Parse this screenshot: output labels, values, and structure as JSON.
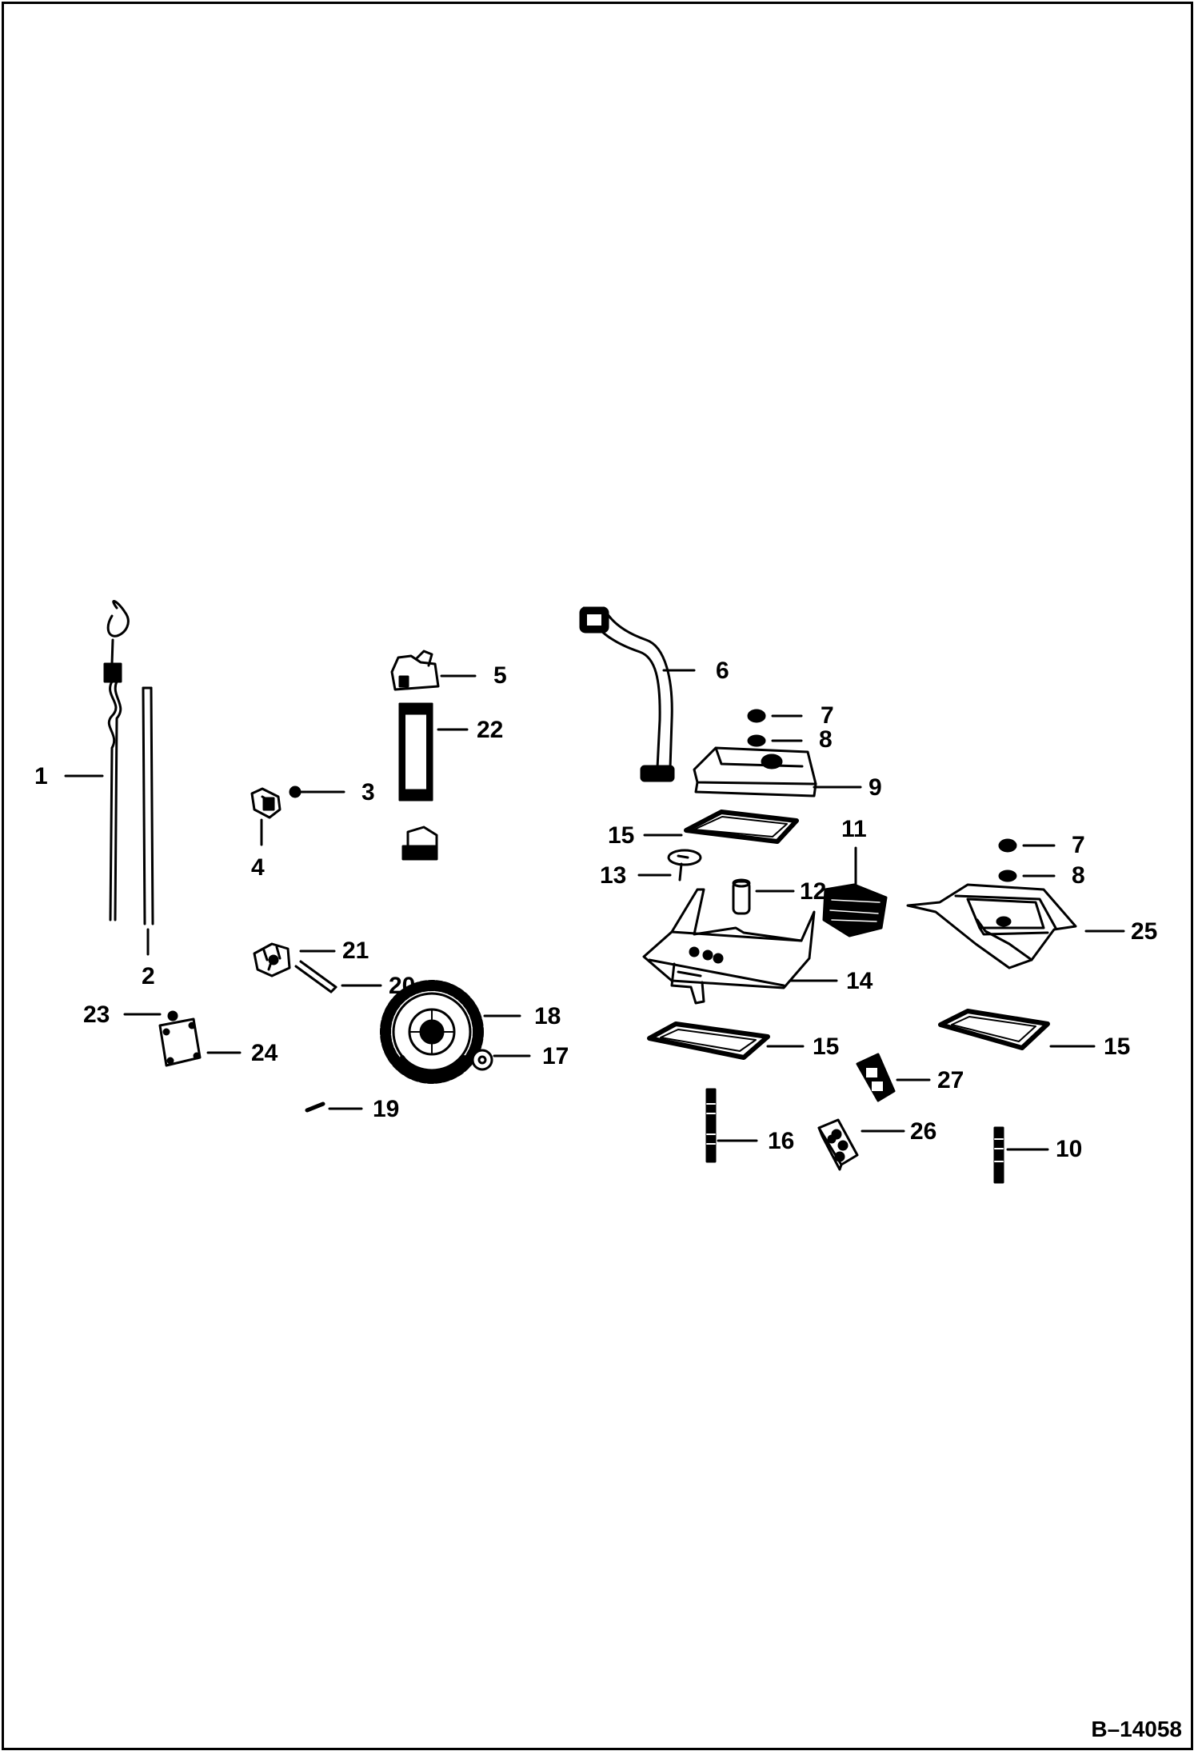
{
  "figure_ref": "B–14058",
  "callouts": {
    "c1": "1",
    "c2": "2",
    "c3": "3",
    "c4": "4",
    "c5": "5",
    "c6": "6",
    "c7a": "7",
    "c7b": "7",
    "c8a": "8",
    "c8b": "8",
    "c9": "9",
    "c10": "10",
    "c11": "11",
    "c12": "12",
    "c13": "13",
    "c14": "14",
    "c15a": "15",
    "c15b": "15",
    "c15c": "15",
    "c16": "16",
    "c17": "17",
    "c18": "18",
    "c19": "19",
    "c20": "20",
    "c21": "21",
    "c22": "22",
    "c23": "23",
    "c24": "24",
    "c25": "25",
    "c26": "26",
    "c27": "27"
  },
  "colors": {
    "ink": "#000000",
    "paper": "#ffffff"
  }
}
